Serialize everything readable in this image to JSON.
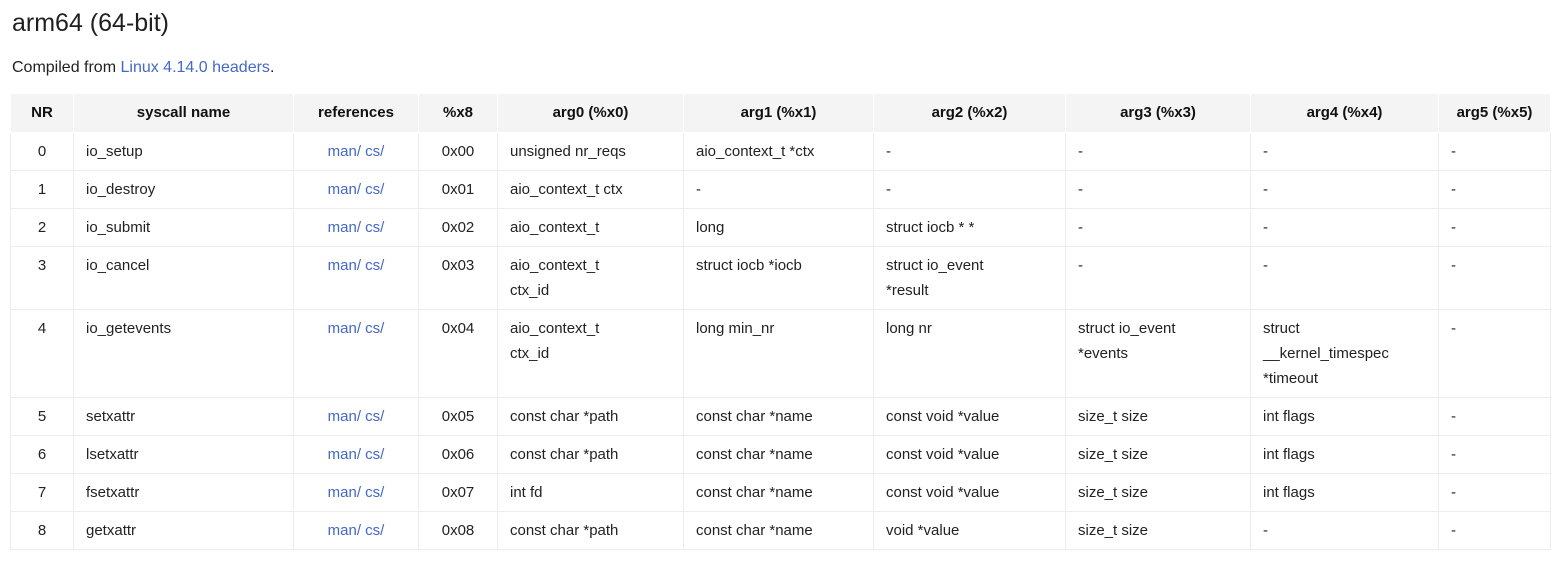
{
  "page": {
    "title": "arm64 (64-bit)",
    "subtitle_prefix": "Compiled from ",
    "subtitle_link": "Linux 4.14.0 headers",
    "subtitle_suffix": "."
  },
  "colors": {
    "link": "#4368c8",
    "header_bg": "#f4f4f4",
    "grid": "#ededed"
  },
  "table": {
    "columns": [
      "NR",
      "syscall name",
      "references",
      "%x8",
      "arg0 (%x0)",
      "arg1 (%x1)",
      "arg2 (%x2)",
      "arg3 (%x3)",
      "arg4 (%x4)",
      "arg5 (%x5)"
    ],
    "rows": [
      {
        "nr": "0",
        "name": "io_setup",
        "refs": [
          "man/",
          "cs/"
        ],
        "x8": "0x00",
        "args": [
          "unsigned nr_reqs",
          "aio_context_t *ctx",
          "-",
          "-",
          "-",
          "-"
        ]
      },
      {
        "nr": "1",
        "name": "io_destroy",
        "refs": [
          "man/",
          "cs/"
        ],
        "x8": "0x01",
        "args": [
          "aio_context_t ctx",
          "-",
          "-",
          "-",
          "-",
          "-"
        ]
      },
      {
        "nr": "2",
        "name": "io_submit",
        "refs": [
          "man/",
          "cs/"
        ],
        "x8": "0x02",
        "args": [
          "aio_context_t",
          "long",
          "struct iocb * *",
          "-",
          "-",
          "-"
        ]
      },
      {
        "nr": "3",
        "name": "io_cancel",
        "refs": [
          "man/",
          "cs/"
        ],
        "x8": "0x03",
        "args": [
          "aio_context_t\nctx_id",
          "struct iocb *iocb",
          "struct io_event\n*result",
          "-",
          "-",
          "-"
        ]
      },
      {
        "nr": "4",
        "name": "io_getevents",
        "refs": [
          "man/",
          "cs/"
        ],
        "x8": "0x04",
        "args": [
          "aio_context_t\nctx_id",
          "long min_nr",
          "long nr",
          "struct io_event\n*events",
          "struct\n__kernel_timespec\n*timeout",
          "-"
        ]
      },
      {
        "nr": "5",
        "name": "setxattr",
        "refs": [
          "man/",
          "cs/"
        ],
        "x8": "0x05",
        "args": [
          "const char *path",
          "const char *name",
          "const void *value",
          "size_t size",
          "int flags",
          "-"
        ]
      },
      {
        "nr": "6",
        "name": "lsetxattr",
        "refs": [
          "man/",
          "cs/"
        ],
        "x8": "0x06",
        "args": [
          "const char *path",
          "const char *name",
          "const void *value",
          "size_t size",
          "int flags",
          "-"
        ]
      },
      {
        "nr": "7",
        "name": "fsetxattr",
        "refs": [
          "man/",
          "cs/"
        ],
        "x8": "0x07",
        "args": [
          "int fd",
          "const char *name",
          "const void *value",
          "size_t size",
          "int flags",
          "-"
        ]
      },
      {
        "nr": "8",
        "name": "getxattr",
        "refs": [
          "man/",
          "cs/"
        ],
        "x8": "0x08",
        "args": [
          "const char *path",
          "const char *name",
          "void *value",
          "size_t size",
          "-",
          "-"
        ]
      }
    ]
  }
}
